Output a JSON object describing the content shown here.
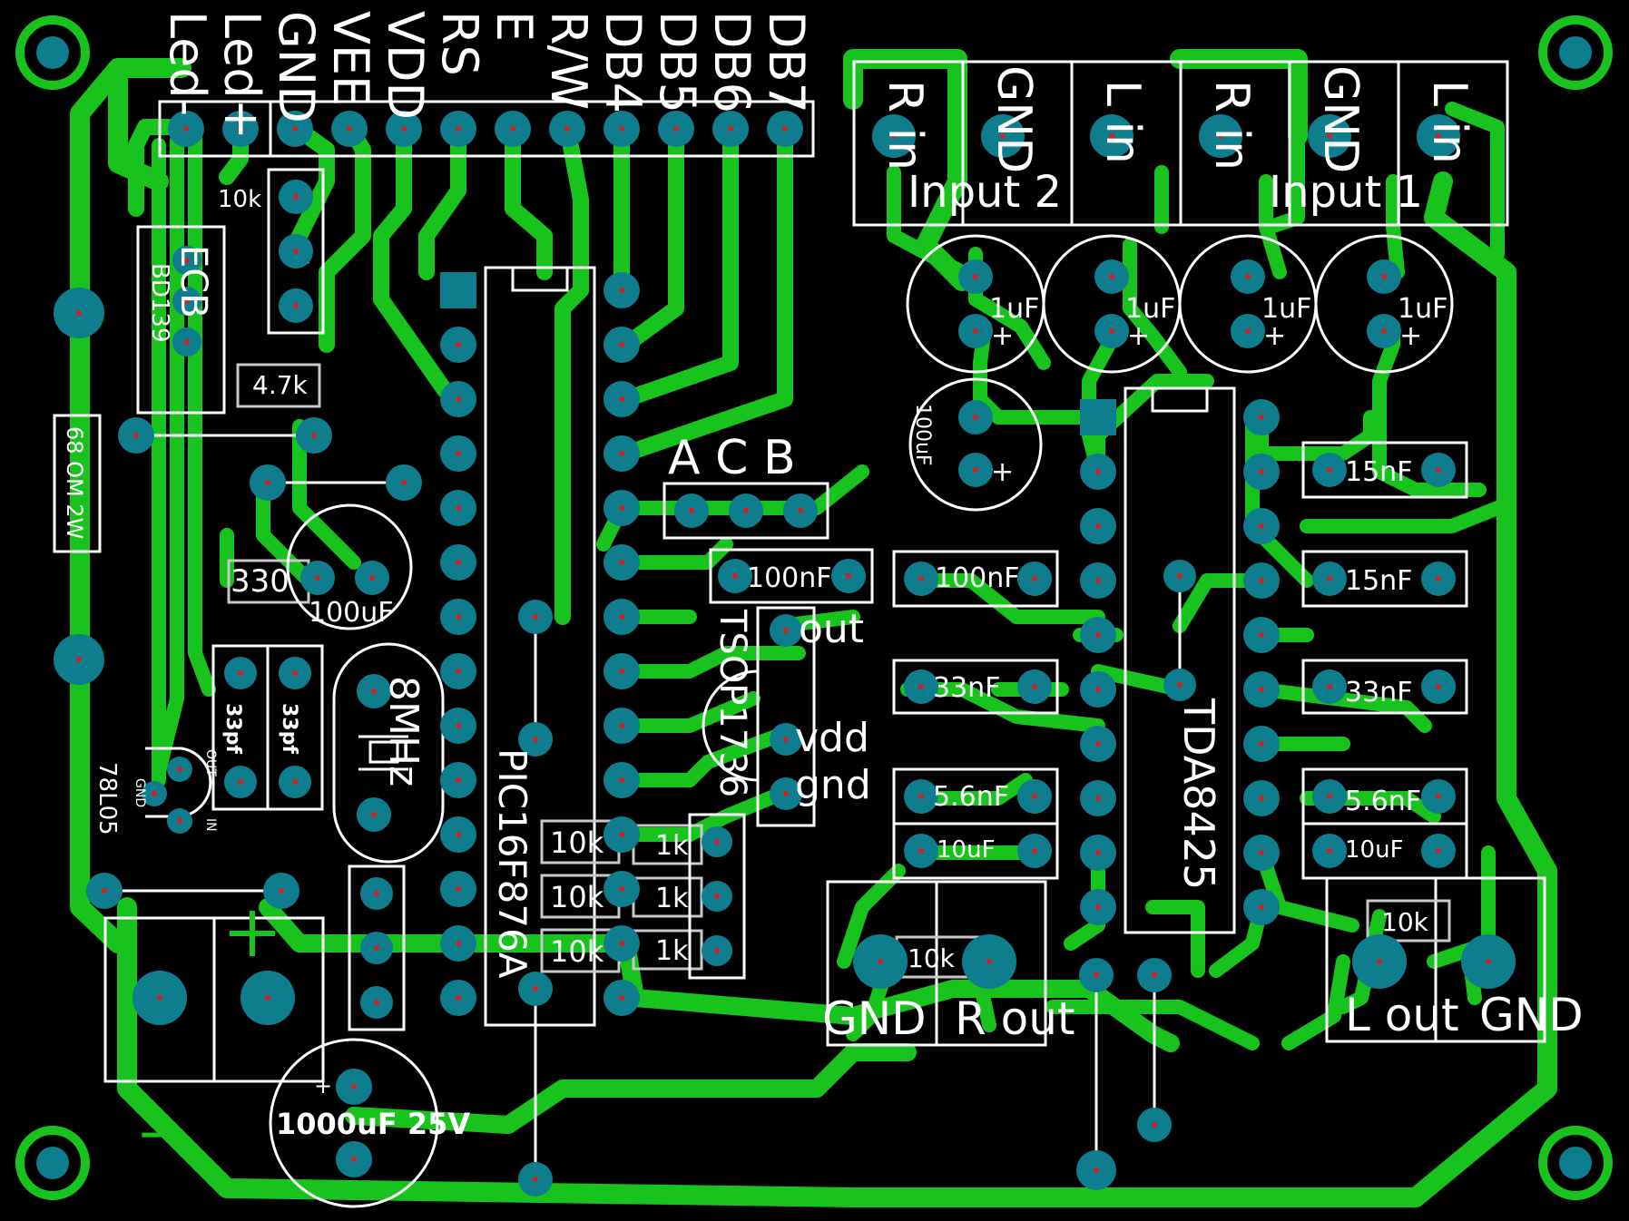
{
  "lcd_header": {
    "pins": [
      "Led-",
      "Led+",
      "GND",
      "VEE",
      "VDD",
      "RS",
      "E",
      "R/W",
      "DB4",
      "DB5",
      "DB6",
      "DB7"
    ]
  },
  "input_block": {
    "top_labels": [
      "R in",
      "GND",
      "L in",
      "R in",
      "GND",
      "L in"
    ],
    "input2_label": "Input 2",
    "input1_label": "Input 1"
  },
  "components": {
    "pot_label": "10k",
    "transistor": "BD139",
    "transistor_pins": "ECB",
    "r_4k7": "4.7k",
    "r_68ohm": "68 OM 2W",
    "r_330": "330",
    "cap_100uf": "100uF",
    "cap_33pf": "33pf",
    "regulator": "78L05",
    "reg_out": "OUT",
    "reg_gnd": "GND",
    "reg_in": "IN",
    "crystal": "8MHz",
    "cap_1000uf": "1000uF 25V",
    "plus": "+",
    "minus": "−",
    "mcu": "PIC16F876A",
    "acb": "A C B",
    "cap_100nf": "100nF",
    "ir": "TSOP1736",
    "ir_out": "out",
    "ir_vdd": "vdd",
    "ir_gnd": "gnd",
    "res_10k": "10k",
    "res_1k": "1k",
    "cap_1uf": "1uF",
    "cap_100uf_in": "100uF",
    "cap_15nf": "15nF",
    "cap_33nf": "33nF",
    "cap_5n6": "5.6nF",
    "cap_10uf": "10uF",
    "amp": "TDA8425",
    "rout_gnd": "GND",
    "rout_label": "R out",
    "lout_label": "L out",
    "lout_gnd": "GND",
    "vol_10k": "10k"
  },
  "colors": {
    "background": "#000000",
    "copper": "#19c31e",
    "pad": "#0e7d8e",
    "drill": "#d32020",
    "silkscreen": "#ffffff"
  }
}
